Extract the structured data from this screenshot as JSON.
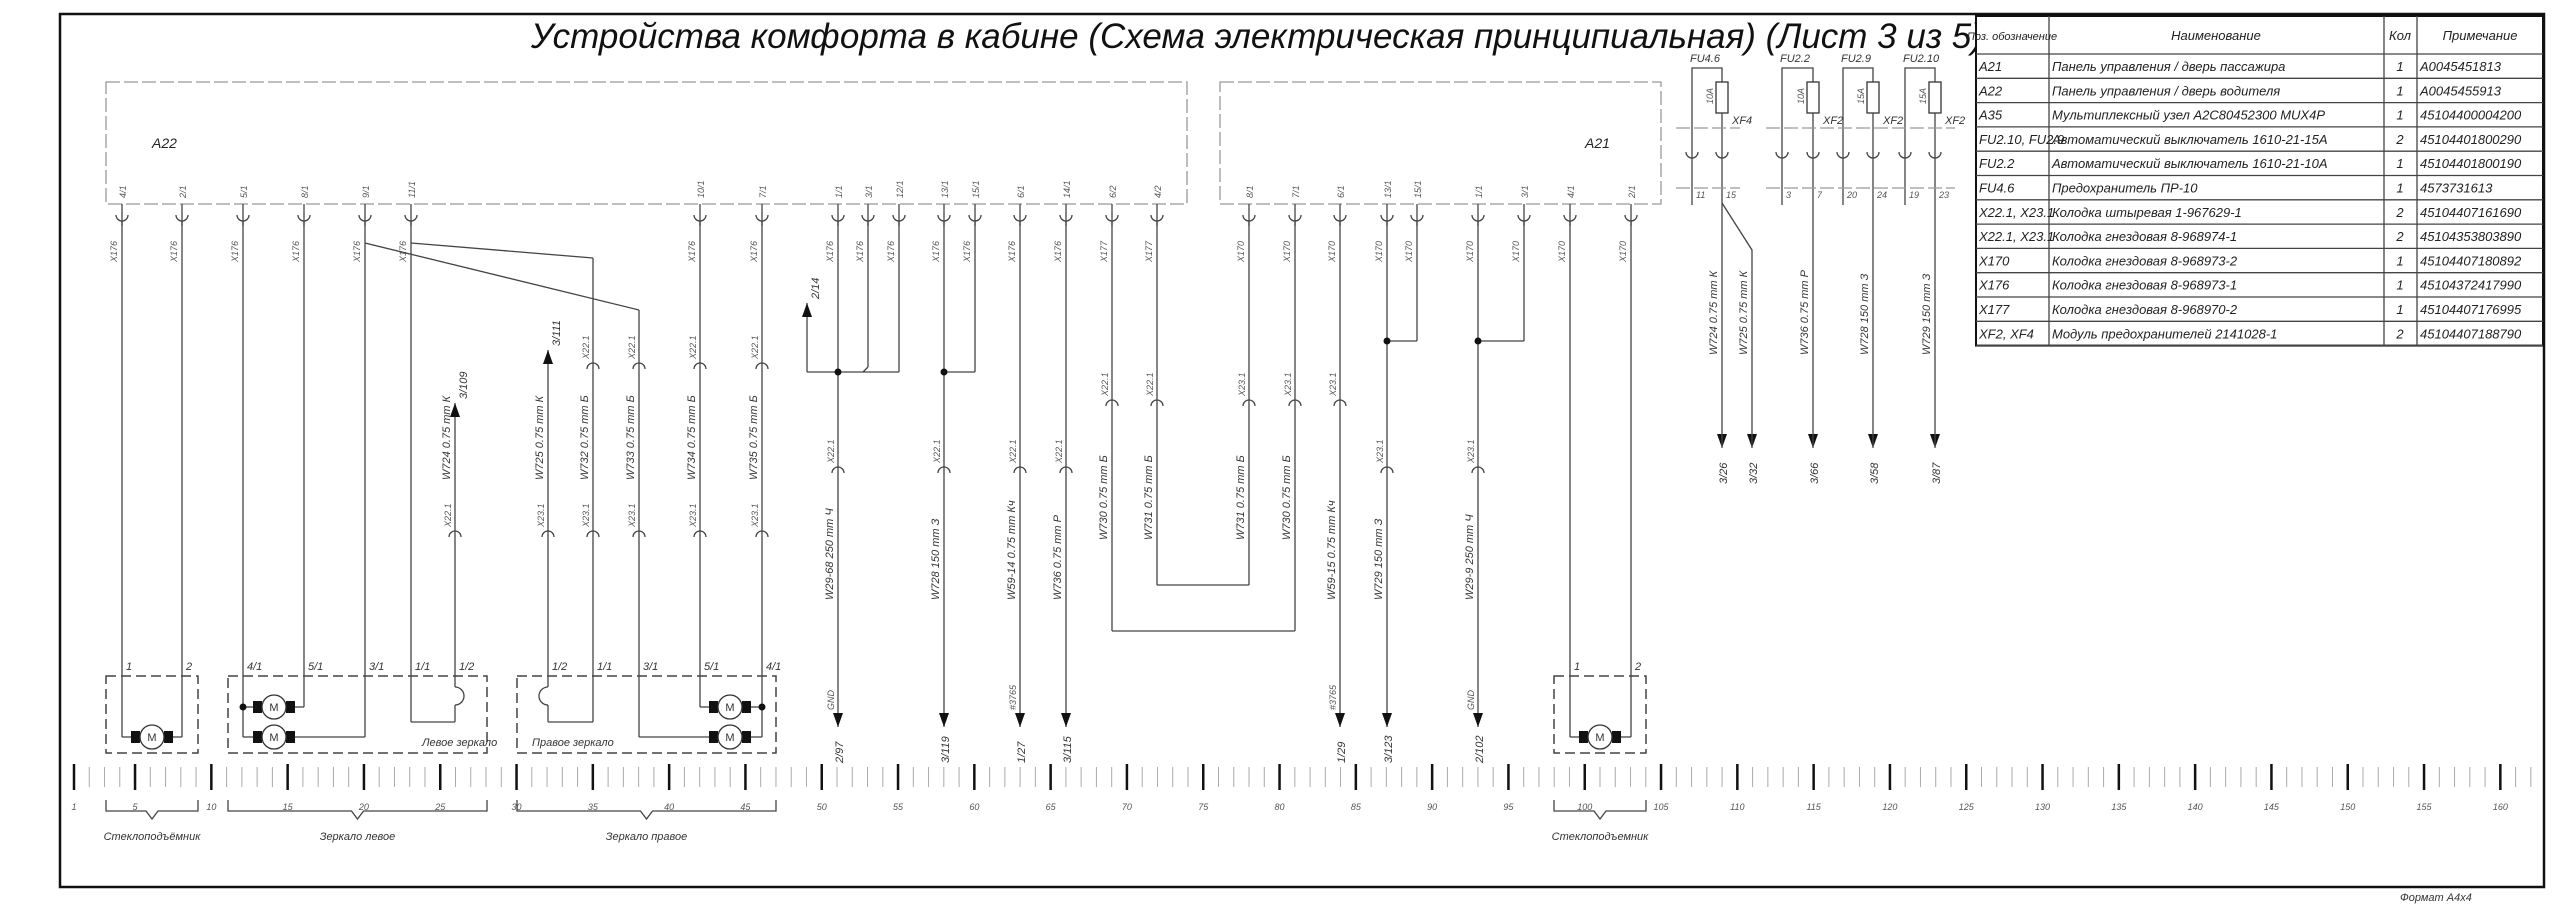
{
  "title": "Устройства комфорта в кабине (Схема электрическая принципиальная) (Лист 3 из 5)",
  "format_label": "Формат А4х4",
  "blocks": {
    "a22": "A22",
    "a21": "A21"
  },
  "a22_pins": [
    "4/1",
    "2/1",
    "5/1",
    "8/1",
    "9/1",
    "11/1",
    "10/1",
    "7/1",
    "1/1",
    "3/1",
    "12/1",
    "13/1",
    "15/1",
    "6/1",
    "14/1",
    "6/2",
    "4/2"
  ],
  "a22_conns": [
    "X176",
    "X176",
    "X176",
    "X176",
    "X176",
    "X176",
    "X176",
    "X176",
    "X176",
    "X176",
    "X176",
    "X176",
    "X176",
    "X176",
    "X176",
    "X177",
    "X177"
  ],
  "a21_pins": [
    "8/1",
    "7/1",
    "6/1",
    "13/1",
    "15/1",
    "1/1",
    "3/1",
    "4/1",
    "2/1"
  ],
  "a21_conns": [
    "X170",
    "X170",
    "X170",
    "X170",
    "X170",
    "X170",
    "X170",
    "X170",
    "X170"
  ],
  "inline_conns": [
    "X22.1",
    "X22.1",
    "X22.1",
    "X22.1",
    "X22.1",
    "X23.1",
    "X23.1",
    "X23.1",
    "X23.1",
    "X23.1",
    "X22.1",
    "X22.1",
    "X22.1",
    "X22.1",
    "X23.1",
    "X23.1",
    "X22.1",
    "X22.1",
    "X23.1",
    "X23.1",
    "X23.1"
  ],
  "wire_labels": [
    "W724   0.75 mm К",
    "W725   0.75 mm К",
    "W732   0.75 mm Б",
    "W733   0.75 mm Б",
    "W734   0.75 mm Б",
    "W735   0.75 mm Б",
    "W29-68   250 mm Ч",
    "W728   150 mm З",
    "W59-14   0.75 mm Кч",
    "W736   0.75 mm Р",
    "W730   0.75 mm Б",
    "W731   0.75 mm Б",
    "W731   0.75 mm Б",
    "W730   0.75 mm Б",
    "W59-15   0.75 mm Кч",
    "W729   150 mm З",
    "W29-9   250 mm Ч",
    "W724   0.75 mm К",
    "W725   0.75 mm К",
    "W736   0.75 mm Р",
    "W728   150 mm З",
    "W729   150 mm З"
  ],
  "refs_down": [
    "2/97",
    "3/119",
    "1/27",
    "3/115",
    "1/29",
    "3/123",
    "2/102",
    "3/26",
    "3/32",
    "3/66",
    "3/58",
    "3/87"
  ],
  "refs_up": [
    "3/109",
    "3/111",
    "2/14"
  ],
  "tags": [
    "GND",
    "#3765",
    "#3765",
    "GND"
  ],
  "motor_label": "M",
  "subbox_pins": {
    "window_left": [
      "1",
      "2"
    ],
    "mirror_left": [
      "4/1",
      "5/1",
      "3/1",
      "1/1",
      "1/2"
    ],
    "mirror_right": [
      "1/2",
      "1/1",
      "3/1",
      "5/1",
      "4/1"
    ],
    "window_right": [
      "1",
      "2"
    ]
  },
  "subbox_labels": {
    "mirror_left": "Левое зеркало",
    "mirror_right": "Правое зеркало"
  },
  "groups": [
    "Стеклоподъёмник",
    "Зеркало левое",
    "Зеркало правое",
    "Стеклоподъемник"
  ],
  "fuses": [
    {
      "name": "FU4.6",
      "rating": "10A",
      "module": "XF4",
      "pins": [
        "11",
        "15"
      ]
    },
    {
      "name": "FU2.2",
      "rating": "10A",
      "module": "XF2",
      "pins": [
        "3",
        "7"
      ]
    },
    {
      "name": "FU2.9",
      "rating": "15A",
      "module": "XF2",
      "pins": [
        "20",
        "24"
      ]
    },
    {
      "name": "FU2.10",
      "rating": "15A",
      "module": "XF2",
      "pins": [
        "19",
        "23"
      ]
    }
  ],
  "ruler": {
    "start": 1,
    "end": 162,
    "label_step": 5
  },
  "table": {
    "headers": [
      "Поз. обозначение",
      "Наименование",
      "Кол",
      "Примечание"
    ],
    "rows": [
      [
        "A21",
        "Панель управления / дверь пассажира",
        "1",
        "A0045451813"
      ],
      [
        "A22",
        "Панель управления / дверь водителя",
        "1",
        "A0045455913"
      ],
      [
        "A35",
        "Мультиплексный узел A2C80452300 MUX4P",
        "1",
        "45104400004200"
      ],
      [
        "FU2.10, FU2.9",
        "Автоматический выключатель 1610-21-15А",
        "2",
        "45104401800290"
      ],
      [
        "FU2.2",
        "Автоматический выключатель 1610-21-10А",
        "1",
        "45104401800190"
      ],
      [
        "FU4.6",
        "Предохранитель ПР-10",
        "1",
        "4573731613"
      ],
      [
        "X22.1, X23.1",
        "Колодка штыревая 1-967629-1",
        "2",
        "45104407161690"
      ],
      [
        "X22.1, X23.1",
        "Колодка гнездовая 8-968974-1",
        "2",
        "45104353803890"
      ],
      [
        "X170",
        "Колодка гнездовая 8-968973-2",
        "1",
        "45104407180892"
      ],
      [
        "X176",
        "Колодка гнездовая 8-968973-1",
        "1",
        "45104372417990"
      ],
      [
        "X177",
        "Колодка гнездовая 8-968970-2",
        "1",
        "45104407176995"
      ],
      [
        "XF2, XF4",
        "Модуль предохранителей 2141028-1",
        "2",
        "45104407188790"
      ]
    ]
  }
}
